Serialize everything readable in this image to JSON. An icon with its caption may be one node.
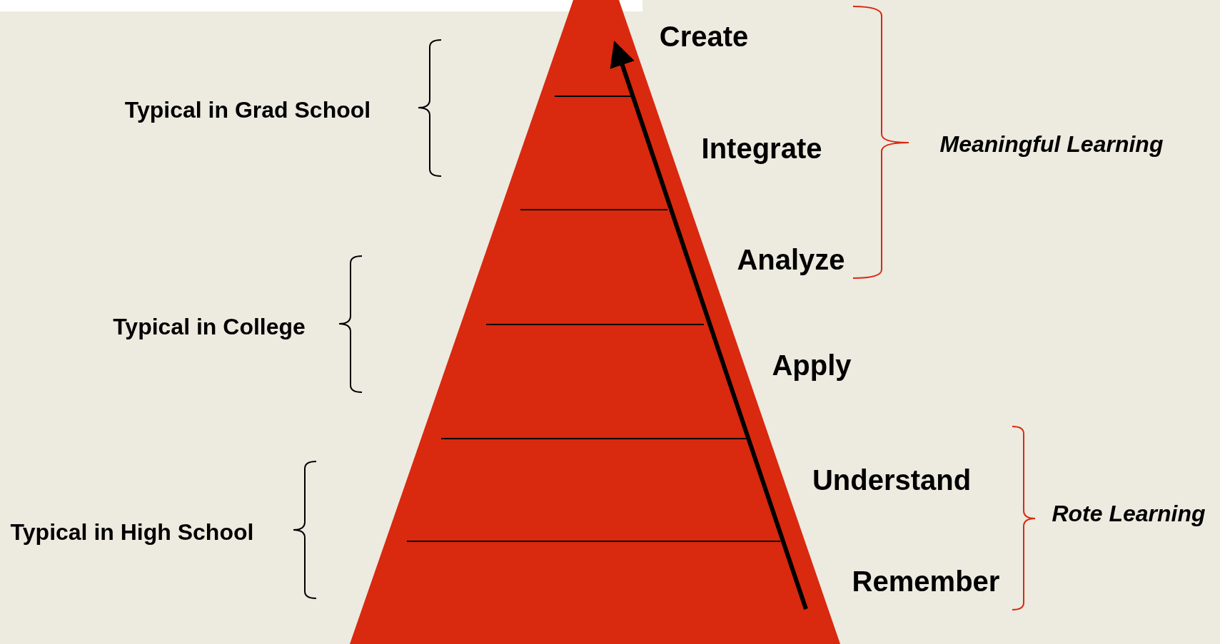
{
  "diagram": {
    "labels": [
      "Create",
      "Typical in Grad School",
      "Meaningful Learning",
      "Integrate",
      "Analyze",
      "Typical in College",
      "Apply",
      "Understand",
      "Rote Learning",
      "Typical in High School",
      "Remember"
    ]
  }
}
